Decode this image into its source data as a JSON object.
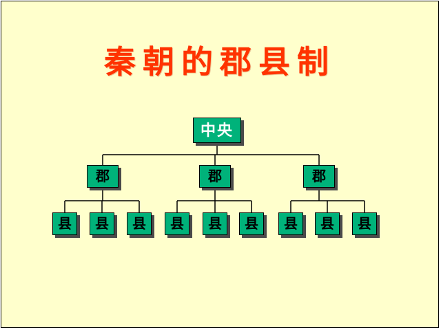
{
  "slide": {
    "title": "秦朝的郡县制",
    "title_color": "#FF3300",
    "background_color": "#FFFFCC"
  },
  "diagram": {
    "type": "org-tree",
    "node_fill_color": "#00B27A",
    "node_border_color": "#000000",
    "node_shadow_color": "#4A4A4A",
    "connector_color": "#000000",
    "root": {
      "label": "中央",
      "text_color": "#FFFFFF"
    },
    "branches": [
      {
        "label": "郡",
        "children": [
          "县",
          "县",
          "县"
        ]
      },
      {
        "label": "郡",
        "children": [
          "县",
          "县",
          "县"
        ]
      },
      {
        "label": "郡",
        "children": [
          "县",
          "县",
          "县"
        ]
      }
    ]
  }
}
